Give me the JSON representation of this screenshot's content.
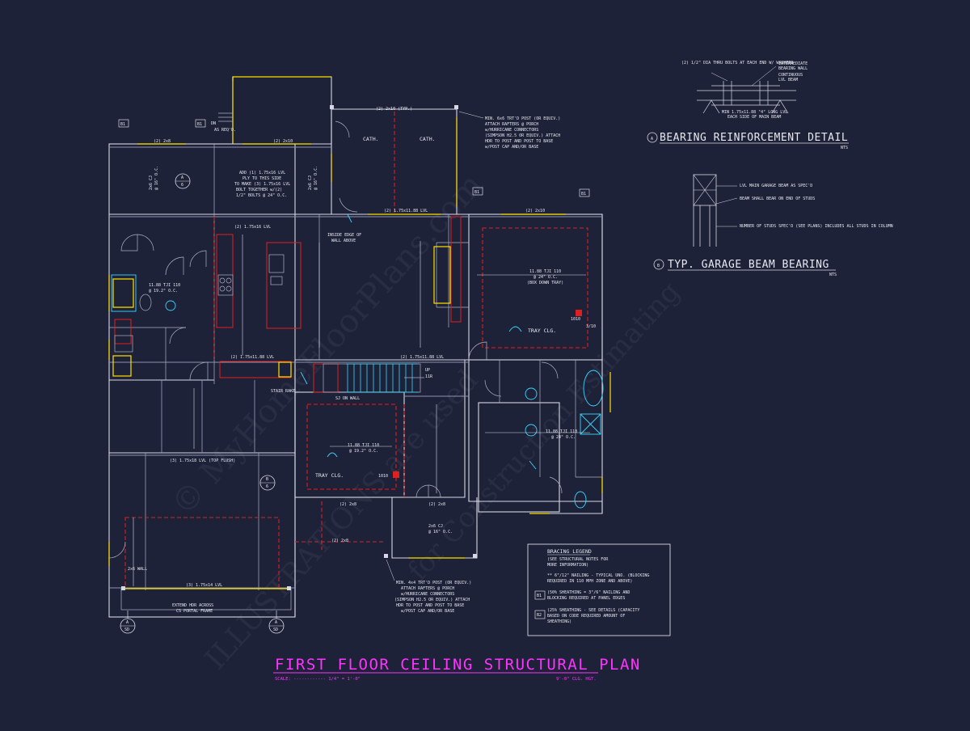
{
  "title": "FIRST FLOOR CEILING STRUCTURAL PLAN",
  "scale_label": "SCALE: ------------ 1/4\" = 1'-0\"",
  "ceiling_height": "9'-0\" CLG. HGT.",
  "watermark": "© MyHomeFloorPlans.com · ILLUSTRATIONS are used for Construction Estimating",
  "colors": {
    "background": "#1e2238",
    "walls": "#d8d8e4",
    "beams_dashed": "#e02020",
    "windows": "#ffe000",
    "fixtures": "#38d6ff",
    "title": "#ff33ff"
  },
  "details": {
    "bearing": {
      "marker": "A",
      "title": "BEARING REINFORCEMENT DETAIL",
      "scale": "NTS",
      "notes": [
        "(2) 1/2\" DIA THRU BOLTS AT EACH END W/ WASHERS",
        "INTERMEDIATE BEARING WALL",
        "CONTINUOUS LVL BEAM",
        "MIN 1.75x11.88 \"4\" LONG LVL EACH SIDE OF MAIN BEAM"
      ]
    },
    "garage": {
      "marker": "B",
      "title": "TYP. GARAGE BEAM BEARING",
      "scale": "NTS",
      "notes": [
        "LVL MAIN GARAGE BEAM AS SPEC'D",
        "BEAM SHALL BEAR ON END OF STUDS",
        "NUMBER OF STUDS SPEC'D (SEE PLANS) INCLUDES ALL STUDS IN COLUMN"
      ]
    }
  },
  "legend": {
    "title": "BRACING LEGEND",
    "subtitle": [
      "(SEE STRUCTURAL NOTES FOR",
      "MORE INFORMATION)"
    ],
    "item1": [
      "** 6\"/12\" NAILING - TYPICAL UNO. (BLOCKING",
      "REQUIRED IN 110 MPH ZONE AND ABOVE)"
    ],
    "b1_code": "B1",
    "b1": [
      "(50% SHEATHING = 3\"/6\" NAILING AND",
      "BLOCKING REQUIRED AT PANEL EDGES"
    ],
    "b2_code": "B2",
    "b2": [
      "(25% SHEATHING - SEE DETAILS (CAPACITY",
      "BASED ON CODE REQUIRED AMOUNT OF",
      "SHEATHING)"
    ]
  },
  "notes": {
    "porch_top": [
      "MIN. 6x6 TRT'D POST (OR EQUIV.)",
      "ATTACH RAFTERS @ PORCH",
      "w/HURRICANE CONNECTORS",
      "(SIMPSON H2.5 OR EQUIV.) ATTACH",
      "HDR TO POST AND POST TO BASE",
      "w/POST CAP AND/OR BASE"
    ],
    "porch_bottom": [
      "MIN. 4x4 TRT'D POST (OR EQUIV.)",
      "ATTACH RAFTERS @ PORCH",
      "w/HURRICANE CONNECTORS",
      "(SIMPSON H2.5 OR EQUIV.) ATTACH",
      "HDR TO POST AND POST TO BASE",
      "w/POST CAP AND/OR BASE"
    ],
    "add_lvl": [
      "ADD (1) 1.75x16 LVL",
      "PLY TO THIS SIDE",
      "TO MAKE (3) 1.75x16 LVL",
      "BOLT TOGETHER w/(2)",
      "1/2\" BOLTS @ 24\" O.C."
    ],
    "inside_edge": [
      "INSIDE EDGE OF",
      "WALL ABOVE"
    ],
    "extend_hdr": [
      "EXTEND HDR ACROSS",
      "CS PORTAL FRAME"
    ],
    "dn": "DN",
    "as_reqd": "AS REQ'D.",
    "stair_rake": "STAIR RAKE",
    "sj_on_wall": "SJ ON WALL",
    "up": "UP",
    "up_count": "11R"
  },
  "labels": {
    "cath1": "CATH.",
    "cath2": "CATH.",
    "tray_clg_1": "TRAY CLG.",
    "tray_clg_2": "TRAY CLG.",
    "h_2x10_typ": "(2) 2x10 (TYP.)",
    "h_2x8_a": "(2) 2x8",
    "h_2x8_b": "(2) 2x8",
    "h_2x10_a": "(2) 2x10",
    "h_2x10_b": "(2) 2x10",
    "lvl_16": "(2) 1.75x16 LVL",
    "lvl_1188_a": "(2) 1.75x11.88 LVL",
    "lvl_1188_b": "(2) 1.75x11.88 LVL",
    "lvl_1188_c": "(2) 1.75x11.88 LVL",
    "lvl_top_flush": "(3) 1.75x18 LVL (TOP FLUSH)",
    "lvl_14": "(3) 1.75x14 LVL",
    "tji_a": [
      "11.88 TJI 110",
      "@ 19.2\" O.C."
    ],
    "tji_b": [
      "11.88 TJI 110",
      "@ 24\" O.C.",
      "(BOX DOWN TRAY)"
    ],
    "tji_c": [
      "11.88 TJI 110",
      "@ 19.2\" O.C."
    ],
    "tji_d": [
      "11.88 TJI 110",
      "@ 24\" O.C."
    ],
    "cj_1": [
      "2x6 CJ",
      "@ 16\" O.C."
    ],
    "cj_2": [
      "2x6 CJ",
      "@ 16\" O.C."
    ],
    "cj_3": [
      "2x6 CJ",
      "@ 16\" O.C."
    ],
    "post_a": "1010",
    "post_b": "1010",
    "val_3_10": "3/10",
    "wall_2x6": "2x6 WALL",
    "sj": "SJ",
    "bracing_b1": "B1"
  },
  "markers": {
    "a_top": "A",
    "a_top_num": "6",
    "b_mid": "B",
    "b_mid_num": "6",
    "sec_a1": "A",
    "sec_a1_num": "SD",
    "sec_a2": "A",
    "sec_a2_num": "SD"
  }
}
